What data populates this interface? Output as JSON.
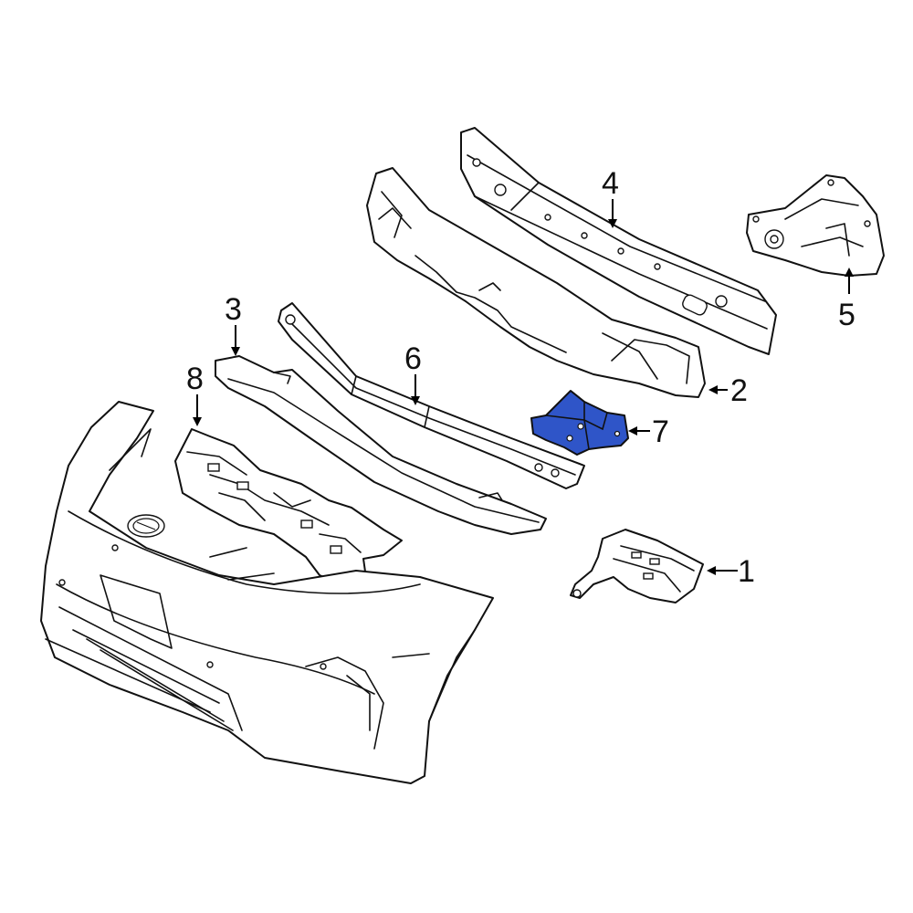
{
  "diagram": {
    "highlight_color": "#2f55c8",
    "line_color": "#111111",
    "background": "#ffffff",
    "callouts": [
      {
        "id": "1",
        "label": "1"
      },
      {
        "id": "2",
        "label": "2"
      },
      {
        "id": "3",
        "label": "3"
      },
      {
        "id": "4",
        "label": "4"
      },
      {
        "id": "5",
        "label": "5"
      },
      {
        "id": "6",
        "label": "6"
      },
      {
        "id": "7",
        "label": "7"
      },
      {
        "id": "8",
        "label": "8"
      }
    ],
    "highlighted_part": "7",
    "icons": [
      "arrow-icon",
      "brand-emblem-icon"
    ]
  }
}
